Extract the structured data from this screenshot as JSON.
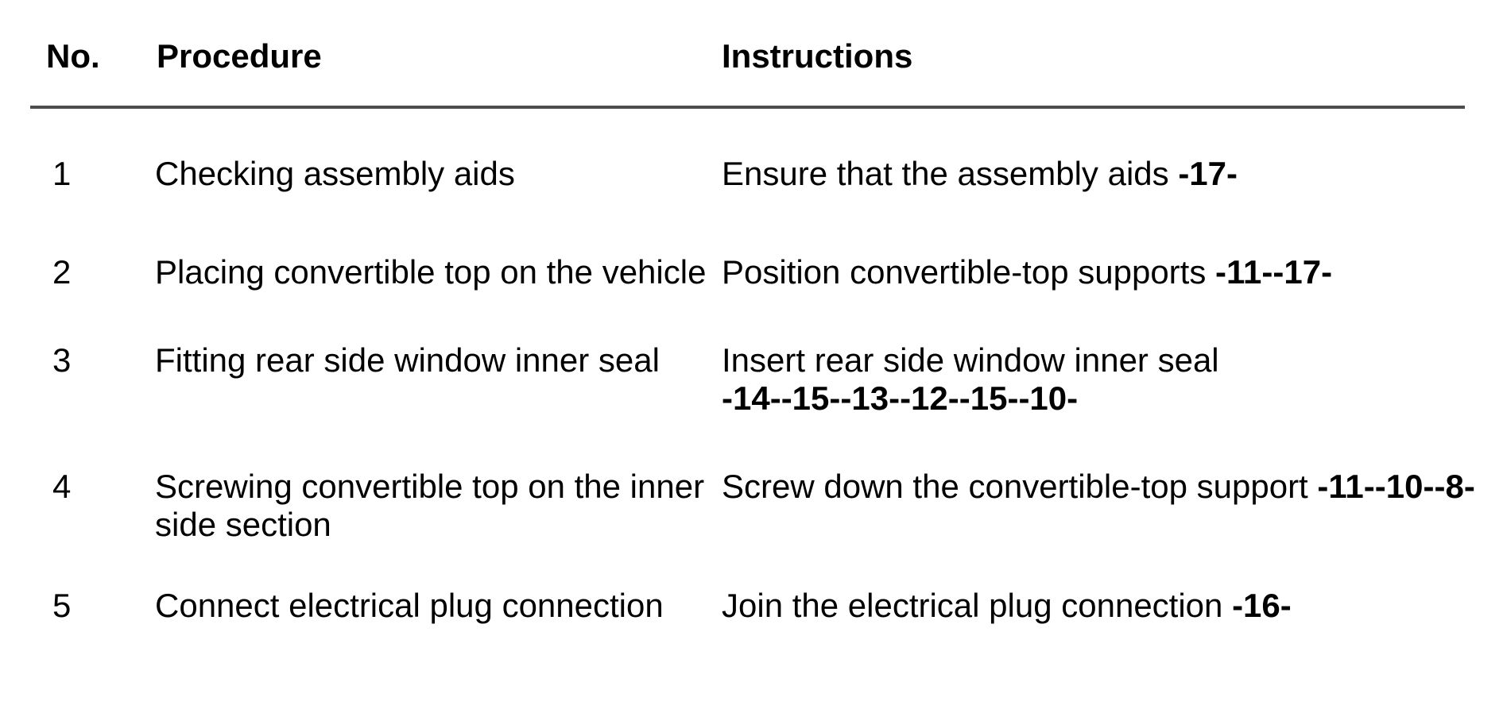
{
  "table": {
    "columns": [
      {
        "label": "No."
      },
      {
        "label": "Procedure"
      },
      {
        "label": "Instructions"
      }
    ],
    "rows": [
      {
        "no": "1",
        "procedure": "Checking assembly aids",
        "instruction_text": "Ensure that the assembly aids",
        "instruction_refs": "-17-"
      },
      {
        "no": "2",
        "procedure": "Placing convertible top on the vehicle",
        "instruction_text": "Position convertible-top supports",
        "instruction_refs": "-11--17-"
      },
      {
        "no": "3",
        "procedure": "Fitting rear side window inner seal",
        "instruction_text": "Insert rear side window inner seal",
        "instruction_refs": "-14--15--13--12--15--10-"
      },
      {
        "no": "4",
        "procedure": "Screwing convertible top on the inner side section",
        "instruction_text": "Screw down the convertible-top support",
        "instruction_refs": "-11--10--8-"
      },
      {
        "no": "5",
        "procedure": "Connect electrical plug connection",
        "instruction_text": "Join the electrical plug connection",
        "instruction_refs": "-16-"
      }
    ]
  },
  "colors": {
    "background": "#ffffff",
    "text": "#000000",
    "divider": "#4d4d4d"
  }
}
